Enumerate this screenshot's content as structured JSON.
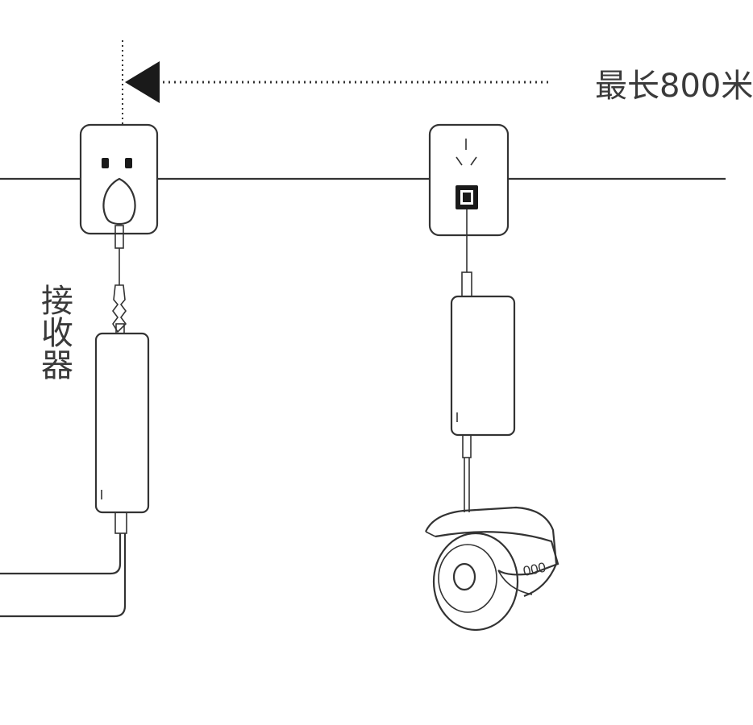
{
  "labels": {
    "distance": "最长800米",
    "receiver": "接收器"
  },
  "camera": {
    "badge": "000"
  },
  "colors": {
    "line": "#333333",
    "background": "#ffffff"
  }
}
